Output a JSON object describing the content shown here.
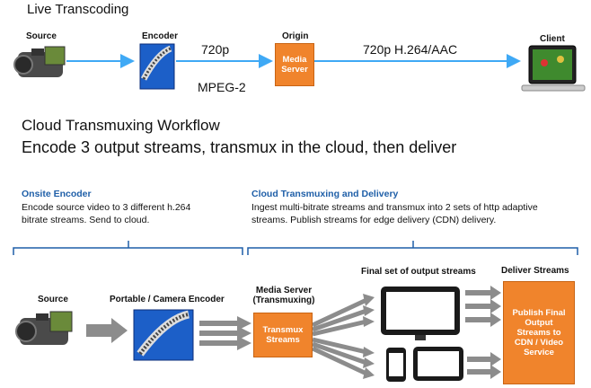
{
  "top": {
    "title": "Live Transcoding",
    "source_label": "Source",
    "encoder_label": "Encoder",
    "origin_label": "Origin",
    "client_label": "Client",
    "stream1_label": "720p",
    "stream1_sub": "MPEG-2",
    "stream2_label": "720p H.264/AAC",
    "media_server": "Media Server"
  },
  "workflow": {
    "title": "Cloud Transmuxing Workflow",
    "subtitle": "Encode 3 output streams, transmux in the cloud, then deliver"
  },
  "onsite": {
    "heading": "Onsite Encoder",
    "text": [
      "Encode source video to 3 different h.264",
      "bitrate streams.  Send to cloud."
    ]
  },
  "cloud": {
    "heading": "Cloud Transmuxing and Delivery",
    "text": [
      "Ingest multi-bitrate streams and transmux into 2 sets of http adaptive",
      "streams. Publish streams for edge delivery (CDN) delivery."
    ]
  },
  "bottom": {
    "source_label": "Source",
    "encoder_label": "Portable / Camera Encoder",
    "media_server_label": [
      "Media Server",
      "(Transmuxing)"
    ],
    "transmux_box": [
      "Transmux",
      "Streams"
    ],
    "final_set_label": "Final set of output streams",
    "deliver_label": "Deliver Streams",
    "publish_box": [
      "Publish Final",
      "Output",
      "Streams to",
      "CDN / Video",
      "Service"
    ]
  },
  "colors": {
    "accent_orange": "#f0842c",
    "arrow_blue": "#3fa9f5",
    "heading_blue": "#1f5fa8",
    "arrow_gray": "#8c8c8c"
  }
}
